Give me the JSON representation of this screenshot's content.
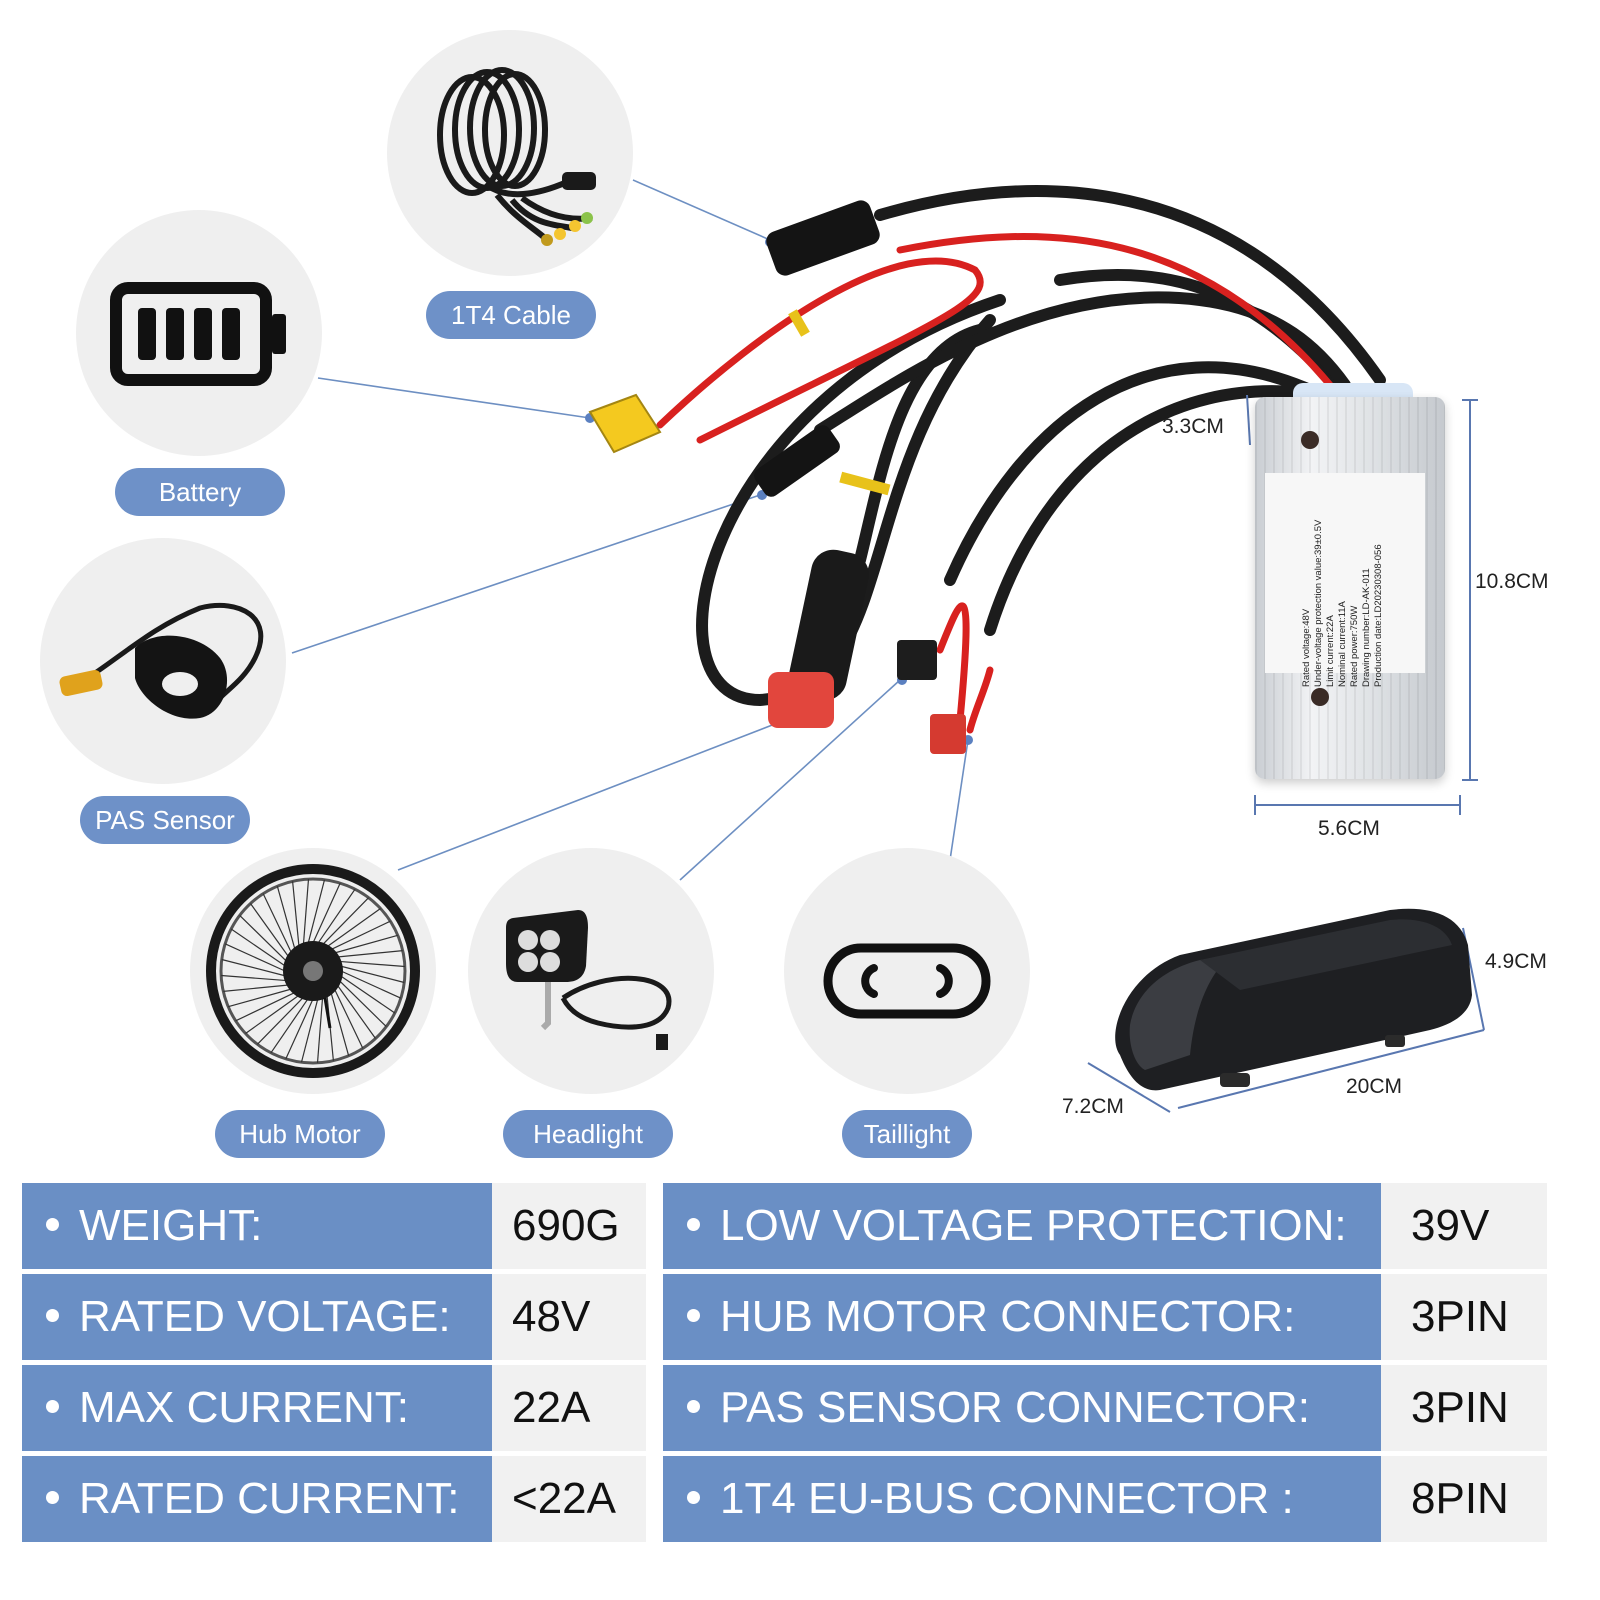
{
  "labels": {
    "cable": "1T4 Cable",
    "battery": "Battery",
    "pas_sensor": "PAS Sensor",
    "hub_motor": "Hub Motor",
    "headlight": "Headlight",
    "taillight": "Taillight"
  },
  "controller_label": {
    "rated_voltage": "Rated voltage:48V",
    "under_voltage": "Under-voltage protection value:39±0.5V",
    "limit_current": "Limit current:22A",
    "nominal_current": "Nominal current:11A",
    "rated_power": "Rated power:750W",
    "drawing_number": "Drawing number:LD-AK-011",
    "production_date": "Production date:LD20230308-056"
  },
  "dimensions": {
    "controller_depth": "3.3CM",
    "controller_height": "10.8CM",
    "controller_width": "5.6CM",
    "battery_height": "4.9CM",
    "battery_width": "7.2CM",
    "battery_length": "20CM"
  },
  "specs_left": [
    {
      "label": "WEIGHT:",
      "value": "690G"
    },
    {
      "label": "RATED VOLTAGE:",
      "value": "48V"
    },
    {
      "label": "MAX CURRENT:",
      "value": "22A"
    },
    {
      "label": "RATED CURRENT:",
      "value": "<22A"
    }
  ],
  "specs_right": [
    {
      "label": "LOW VOLTAGE PROTECTION:",
      "value": "39V"
    },
    {
      "label": "HUB MOTOR CONNECTOR:",
      "value": "3PIN"
    },
    {
      "label": "PAS SENSOR CONNECTOR:",
      "value": "3PIN"
    },
    {
      "label": "1T4 EU-BUS CONNECTOR :",
      "value": "8PIN"
    }
  ],
  "colors": {
    "accent_blue": "#6a8fc5",
    "circle_bg": "#efefef",
    "value_bg": "#f1f1f1",
    "wire_red": "#d8211f",
    "wire_black": "#1a1a1a"
  }
}
